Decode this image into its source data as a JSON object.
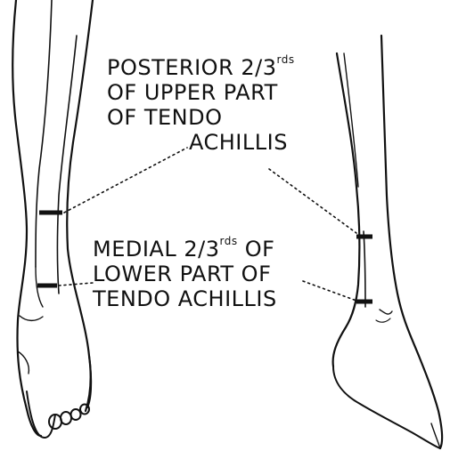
{
  "labels": {
    "upper": {
      "line1_main": "POSTERIOR 2/3",
      "line1_sup": "rds",
      "line2": "OF UPPER PART",
      "line3": "OF TENDO",
      "line4": "ACHILLIS"
    },
    "lower": {
      "line1_main": "MEDIAL 2/3",
      "line1_sup": "rds",
      "line1_tail": "OF",
      "line2": "LOWER PART OF",
      "line3": "TENDO ACHILLIS"
    }
  },
  "colors": {
    "ink": "#111111",
    "background": "#ffffff"
  }
}
